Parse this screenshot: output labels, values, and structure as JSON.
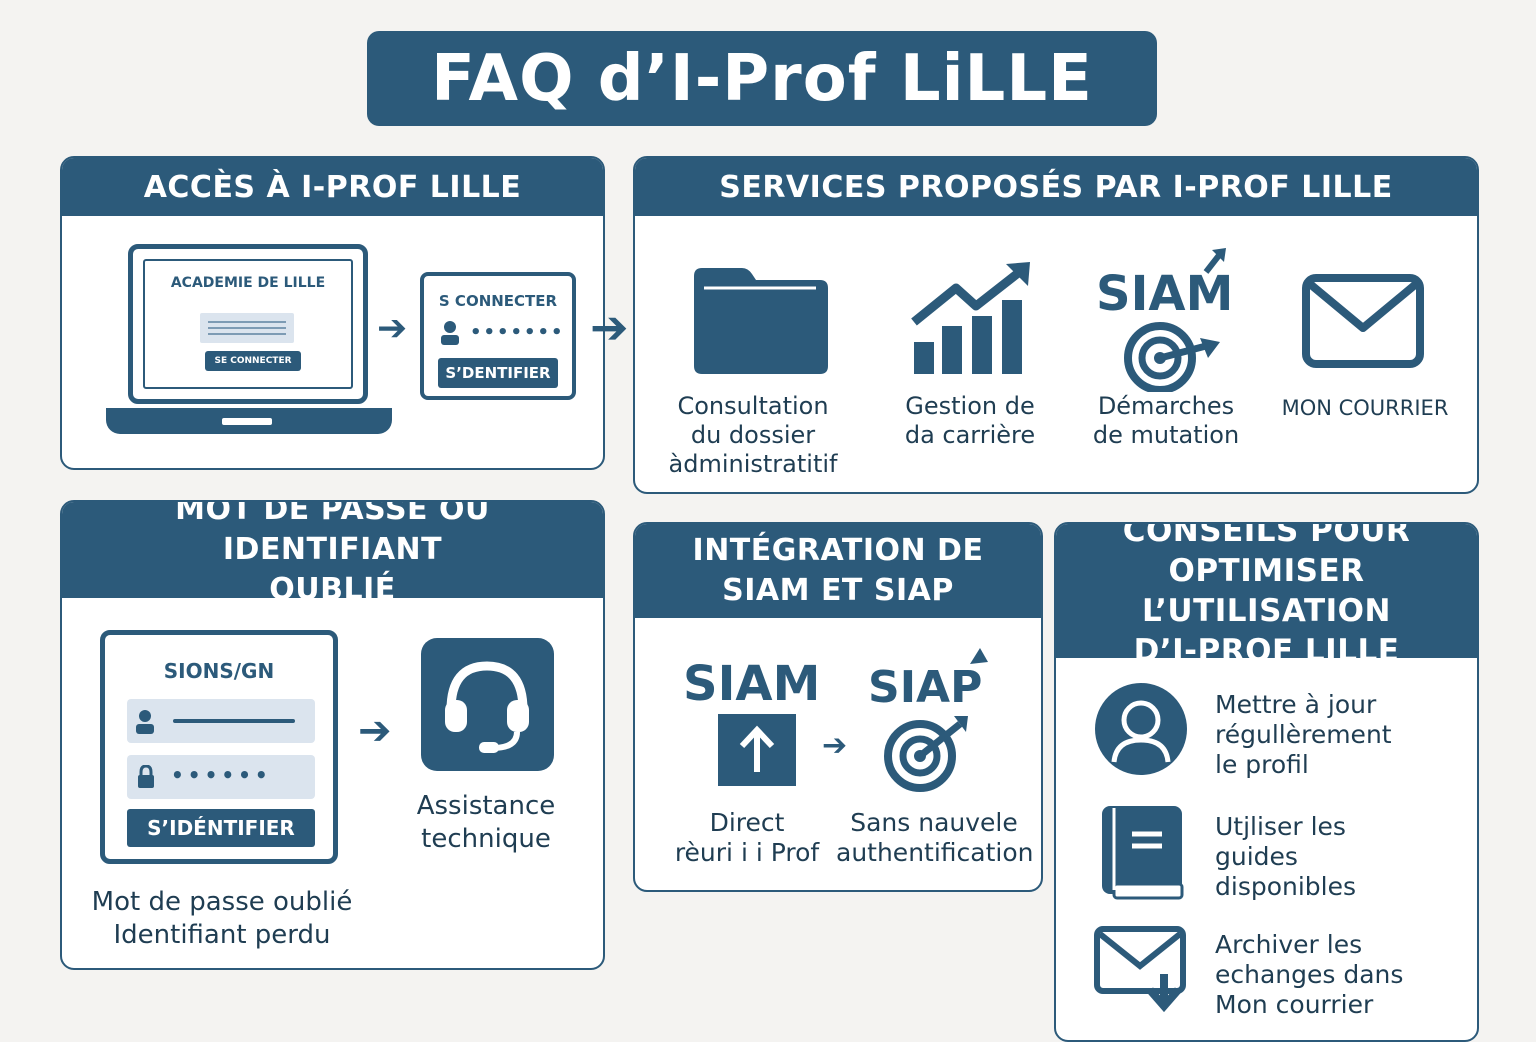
{
  "title": "FAQ d’I-Prof LiLLE",
  "colors": {
    "primary": "#2c5a7a",
    "background": "#f4f3f1",
    "field": "#dbe4ee"
  },
  "access": {
    "heading": "ACCÈS À I-PROF LILLE",
    "laptop_title": "ACADEMIE DE LILLE",
    "laptop_button": "SE CONNECTER",
    "login_title": "S CONNECTER",
    "login_password": "•••••••",
    "login_button": "S’DENTIFIER"
  },
  "services": {
    "heading": "SERVICES PROPOSÉS PAR I-PROF LILLE",
    "items": [
      {
        "icon": "folder-icon",
        "label": "Consultation\ndu dossier\nàdministratitif"
      },
      {
        "icon": "growth-chart-icon",
        "label": "Gestion de\nda carrière"
      },
      {
        "icon": "siam-target-icon",
        "logo": "SIAM",
        "label": "Démarches\nde mutation"
      },
      {
        "icon": "mail-icon",
        "label": "MON COURRIER"
      }
    ]
  },
  "forgot": {
    "heading": "MOT DE PASSE OU IDENTIFIANT\nQUBLIÉ",
    "form_title": "SIONS/GN",
    "password_mask": "••••••",
    "button": "S’IDÉNTIFIER",
    "caption": "Mot de passe oublié\nIdentifiant perdu",
    "assist_label": "Assistance\ntechnique"
  },
  "integration": {
    "heading": "INTÉGRATION DE\nSIAM ET SIAP",
    "left_logo": "SIAM",
    "right_logo": "SIAP",
    "left_caption": "Direct\nrèuri i i Prof",
    "right_caption": "Sans nauvele\nauthentification"
  },
  "tips": {
    "heading": "CONSEILS POUR\nOPTIMISER L’UTILISATION\nD’I-PROF LILLE",
    "items": [
      {
        "icon": "user-profile-icon",
        "text": "Mettre à jour\nrégullèrement\nle profil"
      },
      {
        "icon": "guide-book-icon",
        "text": "Utjliser les\nguides\ndisponibles"
      },
      {
        "icon": "mail-archive-icon",
        "text": "Archiver les\nechanges dans\nMon courrier"
      }
    ]
  }
}
